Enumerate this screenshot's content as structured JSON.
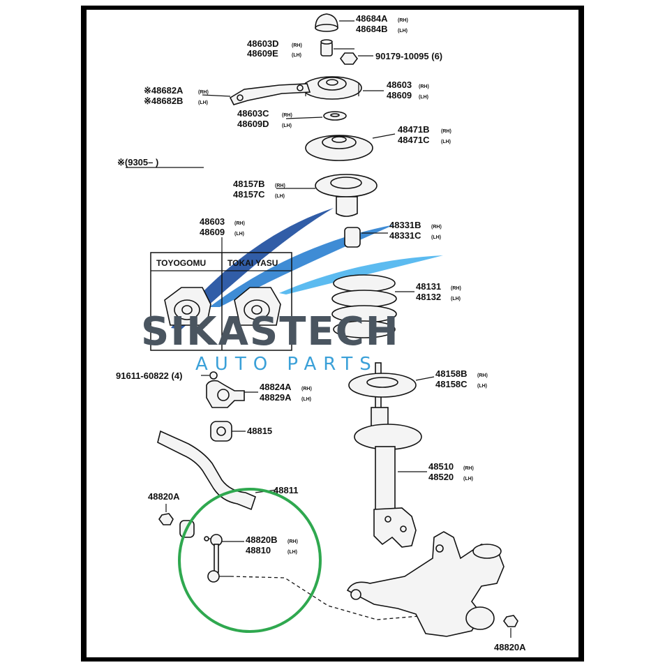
{
  "labels": {
    "p48684": [
      "48684A",
      "48684B"
    ],
    "p48684_sfx": [
      "(RH)",
      "(LH)"
    ],
    "p48603d": [
      "48603D",
      "48609E"
    ],
    "p48603d_sfx": [
      "(RH)",
      "(LH)"
    ],
    "p90179": "90179-10095 (6)",
    "p48682": [
      "※48682A",
      "※48682B"
    ],
    "p48682_sfx": [
      "(RH)",
      "(LH)"
    ],
    "p48603": [
      "48603",
      "48609"
    ],
    "p48603_sfx": [
      "(RH)",
      "(LH)"
    ],
    "p48603c": [
      "48603C",
      "48609D"
    ],
    "p48603c_sfx": [
      "(RH)",
      "(LH)"
    ],
    "p48471": [
      "48471B",
      "48471C"
    ],
    "p48471_sfx": [
      "(RH)",
      "(LH)"
    ],
    "date_note": "※(9305–      )",
    "p48157": [
      "48157B",
      "48157C"
    ],
    "p48157_sfx": [
      "(RH)",
      "(LH)"
    ],
    "p48603_left": [
      "48603",
      "48609"
    ],
    "p48603_left_sfx": [
      "(RH)",
      "(LH)"
    ],
    "p48331": [
      "48331B",
      "48331C"
    ],
    "p48331_sfx": [
      "(RH)",
      "(LH)"
    ],
    "box_left": "TOYOGOMU",
    "box_right": "TOKAI YASU",
    "p48131": [
      "48131",
      "48132"
    ],
    "p48131_sfx": [
      "(RH)",
      "(LH)"
    ],
    "p91611": "91611-60822 (4)",
    "p48824": [
      "48824A",
      "48829A"
    ],
    "p48824_sfx": [
      "(RH)",
      "(LH)"
    ],
    "p48158": [
      "48158B",
      "48158C"
    ],
    "p48158_sfx": [
      "(RH)",
      "(LH)"
    ],
    "p48815": "48815",
    "p48510": [
      "48510",
      "48520"
    ],
    "p48510_sfx": [
      "(RH)",
      "(LH)"
    ],
    "p48811": "48811",
    "p48820a_left": "48820A",
    "p48820b": [
      "48820B",
      "48810"
    ],
    "p48820b_sfx": [
      "(RH)",
      "(LH)"
    ],
    "p48820a_right": "48820A"
  },
  "watermark": {
    "brand": "SIKASTECH",
    "tagline": "AUTO PARTS"
  },
  "colors": {
    "frame": "#000000",
    "highlight_circle": "#2fa84f",
    "brand_text": "#4a5560",
    "tagline_text": "#3aa0d8",
    "swoosh_dark": "#1f4fa0",
    "swoosh_mid": "#2a7fd0",
    "swoosh_light": "#4ab4ee"
  }
}
